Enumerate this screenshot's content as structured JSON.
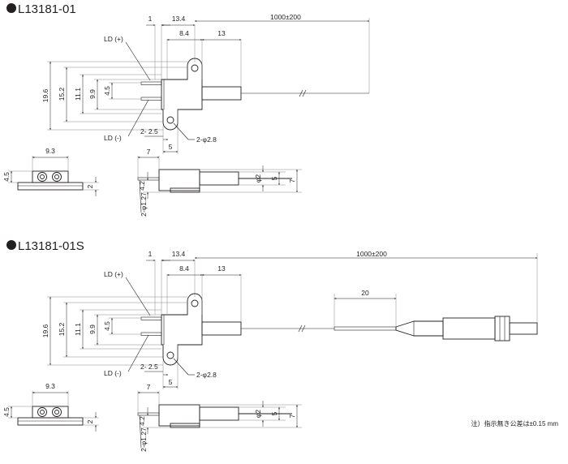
{
  "variants": [
    {
      "title": "L13181-01",
      "dims": {
        "d1": "1",
        "d13_4": "13.4",
        "d1000": "1000±200",
        "d8_4": "8.4",
        "d13": "13",
        "d19_6": "19.6",
        "d15_2": "15.2",
        "d11_1": "11.1",
        "d9_9": "9.9",
        "d4_5": "4.5",
        "d2_25": "2- 2.5",
        "d2phi28": "2-φ2.8",
        "d5": "5",
        "d7": "7",
        "d9_3": "9.3",
        "d4_5s": "4.5",
        "d2": "2",
        "d4_2": "4.2",
        "d2phi127": "2-φ1.27",
        "dphi2": "φ2",
        "d5s": "5",
        "d7s": "7"
      },
      "labels": {
        "ld_plus": "LD (+)",
        "ld_minus": "LD (-)"
      }
    },
    {
      "title": "L13181-01S",
      "dims": {
        "d1": "1",
        "d13_4": "13.4",
        "d1000": "1000±200",
        "d8_4": "8.4",
        "d13": "13",
        "d19_6": "19.6",
        "d15_2": "15.2",
        "d11_1": "11.1",
        "d9_9": "9.9",
        "d4_5": "4.5",
        "d2_25": "2- 2.5",
        "d2phi28": "2-φ2.8",
        "d5": "5",
        "d7": "7",
        "d9_3": "9.3",
        "d4_5s": "4.5",
        "d2": "2",
        "d4_2": "4.2",
        "d2phi127": "2-φ1.27",
        "dphi2": "φ2",
        "d5s": "5",
        "d7s": "7",
        "d20": "20"
      },
      "labels": {
        "ld_plus": "LD (+)",
        "ld_minus": "LD (-)"
      }
    }
  ],
  "note": "注）指示無き公差は±0.15 mm"
}
